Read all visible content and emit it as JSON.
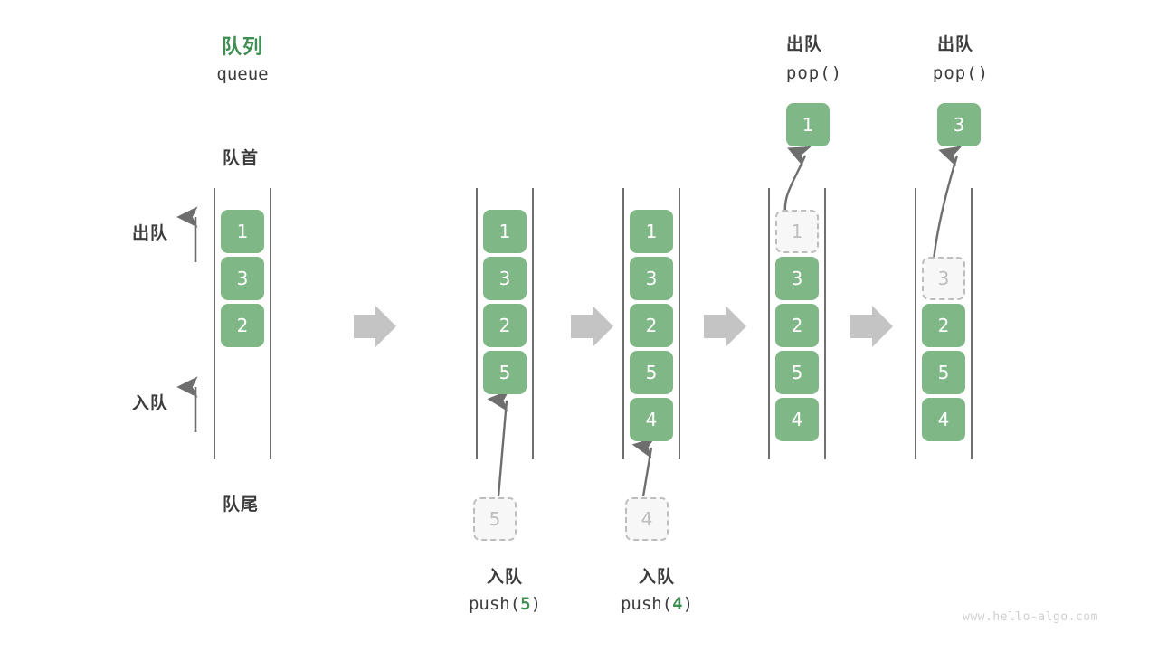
{
  "diagram": {
    "title_cn": "队列",
    "title_en": "queue",
    "head_label": "队首",
    "tail_label": "队尾",
    "dequeue_label": "出队",
    "enqueue_label": "入队",
    "watermark": "www.hello-algo.com",
    "colors": {
      "accent_green": "#7fb787",
      "title_green": "#3f8f55",
      "text_dark": "#3c3c3c",
      "ghost_fill": "#f7f7f7",
      "ghost_border": "#bdbdbd",
      "rail": "#4a4a4a",
      "arrow_gray": "#6e6e6e",
      "step_arrow_gray": "#c4c4c4",
      "watermark_gray": "#cfcfcf"
    }
  },
  "columns": [
    {
      "id": "initial",
      "op_cn": "",
      "op_code": "",
      "cells": [
        {
          "value": "1",
          "state": "filled"
        },
        {
          "value": "3",
          "state": "filled"
        },
        {
          "value": "2",
          "state": "filled"
        }
      ],
      "incoming": null,
      "outgoing": null,
      "caption_cn": "",
      "caption_code_prefix": "",
      "caption_code_value": "",
      "caption_code_suffix": ""
    },
    {
      "id": "push-5",
      "op_cn": "",
      "op_code": "",
      "cells": [
        {
          "value": "1",
          "state": "filled"
        },
        {
          "value": "3",
          "state": "filled"
        },
        {
          "value": "2",
          "state": "filled"
        },
        {
          "value": "5",
          "state": "filled"
        }
      ],
      "incoming": {
        "value": "5",
        "state": "ghost"
      },
      "outgoing": null,
      "caption_cn": "入队",
      "caption_code_prefix": "push(",
      "caption_code_value": "5",
      "caption_code_suffix": ")"
    },
    {
      "id": "push-4",
      "op_cn": "",
      "op_code": "",
      "cells": [
        {
          "value": "1",
          "state": "filled"
        },
        {
          "value": "3",
          "state": "filled"
        },
        {
          "value": "2",
          "state": "filled"
        },
        {
          "value": "5",
          "state": "filled"
        },
        {
          "value": "4",
          "state": "filled"
        }
      ],
      "incoming": {
        "value": "4",
        "state": "ghost"
      },
      "outgoing": null,
      "caption_cn": "入队",
      "caption_code_prefix": "push(",
      "caption_code_value": "4",
      "caption_code_suffix": ")"
    },
    {
      "id": "pop-1",
      "op_cn": "出队",
      "op_code": "pop()",
      "cells": [
        {
          "value": "1",
          "state": "ghost"
        },
        {
          "value": "3",
          "state": "filled"
        },
        {
          "value": "2",
          "state": "filled"
        },
        {
          "value": "5",
          "state": "filled"
        },
        {
          "value": "4",
          "state": "filled"
        }
      ],
      "incoming": null,
      "outgoing": {
        "value": "1",
        "state": "filled"
      },
      "caption_cn": "",
      "caption_code_prefix": "",
      "caption_code_value": "",
      "caption_code_suffix": ""
    },
    {
      "id": "pop-3",
      "op_cn": "出队",
      "op_code": "pop()",
      "cells": [
        {
          "value": "3",
          "state": "ghost"
        },
        {
          "value": "2",
          "state": "filled"
        },
        {
          "value": "5",
          "state": "filled"
        },
        {
          "value": "4",
          "state": "filled"
        }
      ],
      "incoming": null,
      "outgoing": {
        "value": "3",
        "state": "filled"
      },
      "caption_cn": "",
      "caption_code_prefix": "",
      "caption_code_value": "",
      "caption_code_suffix": ""
    }
  ]
}
